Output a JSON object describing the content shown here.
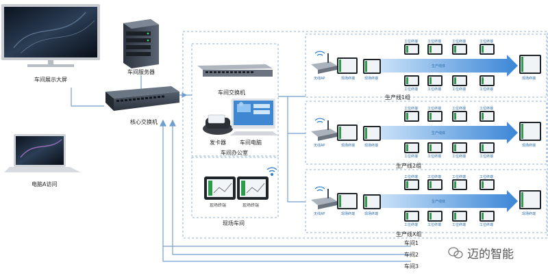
{
  "labels": {
    "display": "车间展示大屏",
    "server": "车间服务器",
    "core_switch": "核心交换机",
    "pc_access": "电脑A访问",
    "workshop_switch": "车间交换机",
    "card_issuer": "发卡器",
    "workshop_pc": "车间电脑",
    "office": "车间办公室",
    "terminal": "现场终端",
    "production_workshop": "现场车间",
    "ap": "无线AP",
    "terminal_small": "现场终端",
    "line_1": "生产线1组",
    "line_2": "生产线2组",
    "line_x": "生产线X组",
    "arrow_text": "生产线体",
    "station": "工位终端",
    "workshop_1": "车间1",
    "workshop_2": "车间2",
    "workshop_3": "车间3",
    "watermark": "迈的智能"
  },
  "colors": {
    "dashed": "#8fb2d4",
    "arrow": "#4a8fd8",
    "screen": "#1d2733"
  }
}
